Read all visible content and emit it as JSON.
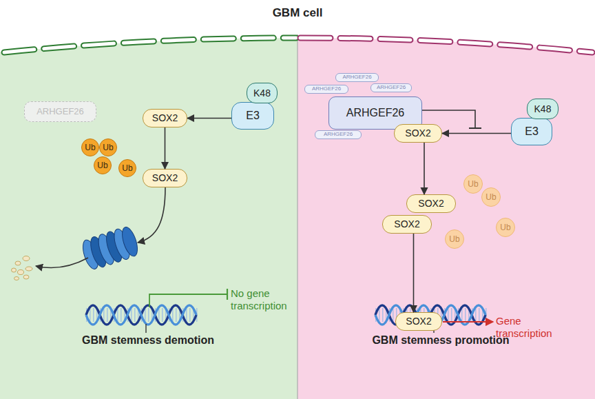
{
  "diagram": {
    "title": "GBM cell",
    "nodes": [
      {
        "text": [
          "ARHGEF26"
        ]
      },
      {
        "text": [
          "K48"
        ]
      },
      {
        "text": [
          "E3"
        ]
      },
      {
        "text": [
          "SOX2"
        ]
      },
      {
        "text": [
          "Ub"
        ]
      },
      {
        "text": [
          "Ub"
        ]
      },
      {
        "text": [
          "Ub"
        ]
      },
      {
        "text": [
          "Ub"
        ]
      },
      {
        "text": [
          "SOX2"
        ]
      },
      {
        "text": [
          "ARHGEF26"
        ]
      },
      {
        "text": [
          "ARHGEF26"
        ]
      },
      {
        "text": [
          "ARHGEF26"
        ]
      },
      {
        "text": [
          "ARHGEF26"
        ]
      },
      {
        "text": [
          "ARHGEF26"
        ]
      },
      {
        "text": [
          "K48"
        ]
      },
      {
        "text": [
          "E3"
        ]
      },
      {
        "text": [
          "SOX2"
        ]
      },
      {
        "text": [
          "Ub"
        ]
      },
      {
        "text": [
          "Ub"
        ]
      },
      {
        "text": [
          "Ub"
        ]
      },
      {
        "text": [
          "Ub"
        ]
      },
      {
        "text": [
          "SOX2"
        ]
      },
      {
        "text": [
          "SOX2"
        ]
      },
      {
        "text": [
          "SOX2"
        ]
      }
    ],
    "edges": [
      {
        "from": 2,
        "to": 3,
        "arrow": "to"
      },
      {
        "from": 3,
        "to": 8,
        "arrow": "to"
      },
      {
        "from": 15,
        "to": 16,
        "arrow": "to"
      },
      {
        "from": 16,
        "to": 21,
        "arrow": "to"
      },
      {
        "from": 22,
        "to": 23,
        "arrow": "to"
      }
    ],
    "labels": [
      "No gene transcription",
      "GBM stemness demotion",
      "Gene transcription",
      "GBM stemness promotion"
    ]
  }
}
